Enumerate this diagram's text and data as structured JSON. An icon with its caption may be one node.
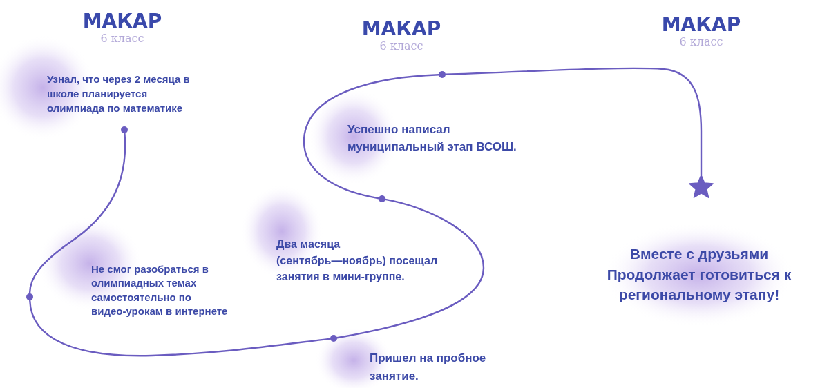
{
  "diagram": {
    "nodes": [
      {
        "text": [],
        "shape": "circle",
        "beside": [
          "Узнал, что через 2 месяца в школе планируется олимпиада по математике"
        ]
      },
      {
        "text": [],
        "shape": "circle"
      },
      {
        "text": [],
        "shape": "circle",
        "beside": [
          "Пришел на пробное занятие."
        ]
      },
      {
        "text": [],
        "shape": "circle",
        "beside": [
          "Два масяца (сентябрь—ноябрь) посещал занятия в мини-группе."
        ]
      },
      {
        "text": [],
        "shape": "circle",
        "beside": [
          "Успешно написал муниципальный этап ВСОШ."
        ]
      },
      {
        "text": [],
        "shape": "star",
        "beside": [
          "Вместе с друзьями Продолжает готовиться к региональному этапу!"
        ]
      }
    ],
    "edges": [
      {
        "from": 0,
        "to": 1,
        "arrow": "none"
      },
      {
        "from": 1,
        "to": 2,
        "arrow": "none"
      },
      {
        "from": 2,
        "to": 3,
        "arrow": "none"
      },
      {
        "from": 3,
        "to": 4,
        "arrow": "none"
      },
      {
        "from": 4,
        "to": 5,
        "arrow": "none"
      }
    ],
    "labels": [
      "МАКАР",
      "6 класс",
      "МАКАР",
      "6 класс",
      "МАКАР",
      "6 класс",
      "Не смог разобраться в олимпиадных темах самостоятельно по видео-урокам в интернете"
    ]
  }
}
